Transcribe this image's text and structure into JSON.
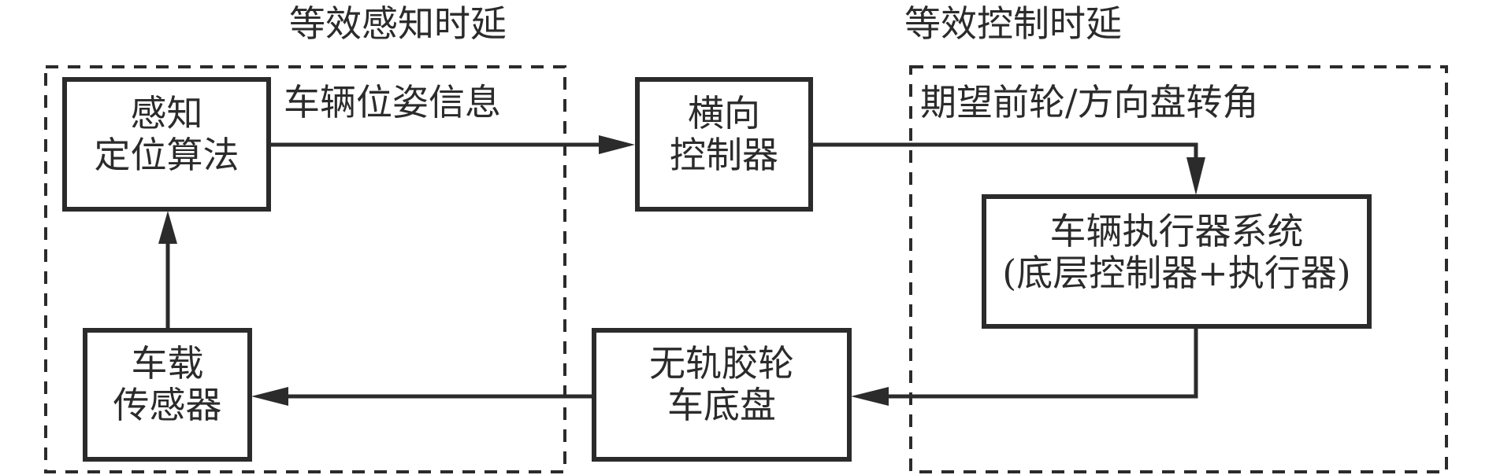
{
  "regions": {
    "perception_delay": {
      "title": "等效感知时延"
    },
    "control_delay": {
      "title": "等效控制时延"
    }
  },
  "blocks": {
    "perception_algorithm": {
      "line1": "感知",
      "line2": "定位算法"
    },
    "lateral_controller": {
      "line1": "横向",
      "line2": "控制器"
    },
    "actuator_system": {
      "line1": "车辆执行器系统",
      "line2": "(底层控制器+执行器)"
    },
    "onboard_sensor": {
      "line1": "车载",
      "line2": "传感器"
    },
    "chassis": {
      "line1": "无轨胶轮",
      "line2": "车底盘"
    }
  },
  "signals": {
    "pose_info": "车辆位姿信息",
    "steering_angle": "期望前轮/方向盘转角"
  },
  "colors": {
    "stroke": "#2b2b2b",
    "background": "#ffffff"
  }
}
